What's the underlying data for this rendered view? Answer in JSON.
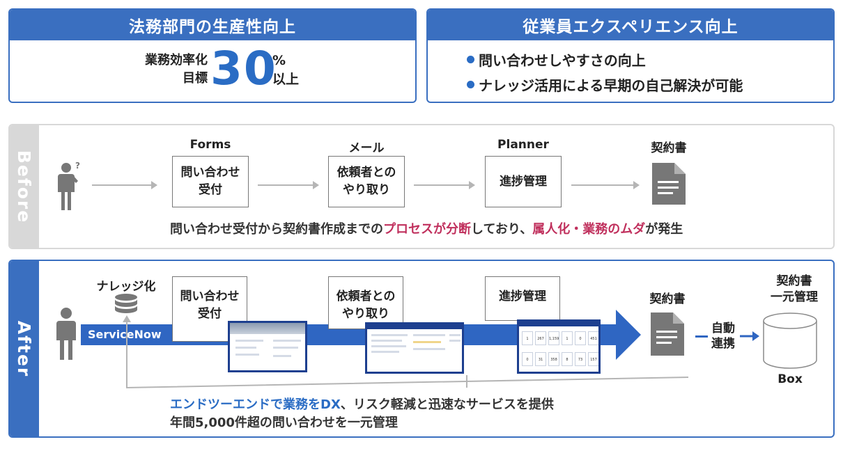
{
  "top_left": {
    "title": "法務部門の生産性向上",
    "kpi_label_1": "業務効率化",
    "kpi_label_2": "目標",
    "kpi_value": "30",
    "kpi_unit_1": "%",
    "kpi_unit_2": "以上"
  },
  "top_right": {
    "title": "従業員エクスペリエンス向上",
    "bullets": [
      "問い合わせしやすさの向上",
      "ナレッジ活用による早期の自己解決が可能"
    ]
  },
  "before": {
    "side_label": "Before",
    "steps": [
      {
        "tool": "Forms",
        "text_1": "問い合わせ",
        "text_2": "受付"
      },
      {
        "tool": "メール",
        "text_1": "依頼者との",
        "text_2": "やり取り"
      },
      {
        "tool": "Planner",
        "text_1": "進捗管理",
        "text_2": ""
      }
    ],
    "doc_label": "契約書",
    "summary_a": "問い合わせ受付から契約書作成までの",
    "summary_b": "プロセスが分断",
    "summary_c": "しており、",
    "summary_d": "属人化・業務のムダ",
    "summary_e": "が発生"
  },
  "after": {
    "side_label": "After",
    "knowledge_label": "ナレッジ化",
    "platform_label": "ServiceNow",
    "steps": [
      {
        "text_1": "問い合わせ",
        "text_2": "受付"
      },
      {
        "text_1": "依頼者との",
        "text_2": "やり取り"
      },
      {
        "text_1": "進捗管理",
        "text_2": ""
      }
    ],
    "doc_label": "契約書",
    "auto_label_1": "自動",
    "auto_label_2": "連携",
    "box_label_1": "契約書",
    "box_label_2": "一元管理",
    "box_name": "Box",
    "dash_tiles": [
      "1",
      "267",
      "1,159",
      "1",
      "0",
      "451",
      "0",
      "31",
      "358",
      "8",
      "73",
      "157"
    ],
    "summary_1a": "エンドツーエンドで業務をDX",
    "summary_1b": "、リスク軽減と迅速なサービスを提供",
    "summary_2": "年間5,000件超の問い合わせを一元管理"
  },
  "colors": {
    "accent_blue": "#2a6cc4",
    "card_blue": "#3a6fc0",
    "accent_red": "#c0305d",
    "dark_navy": "#1d3f8f"
  }
}
